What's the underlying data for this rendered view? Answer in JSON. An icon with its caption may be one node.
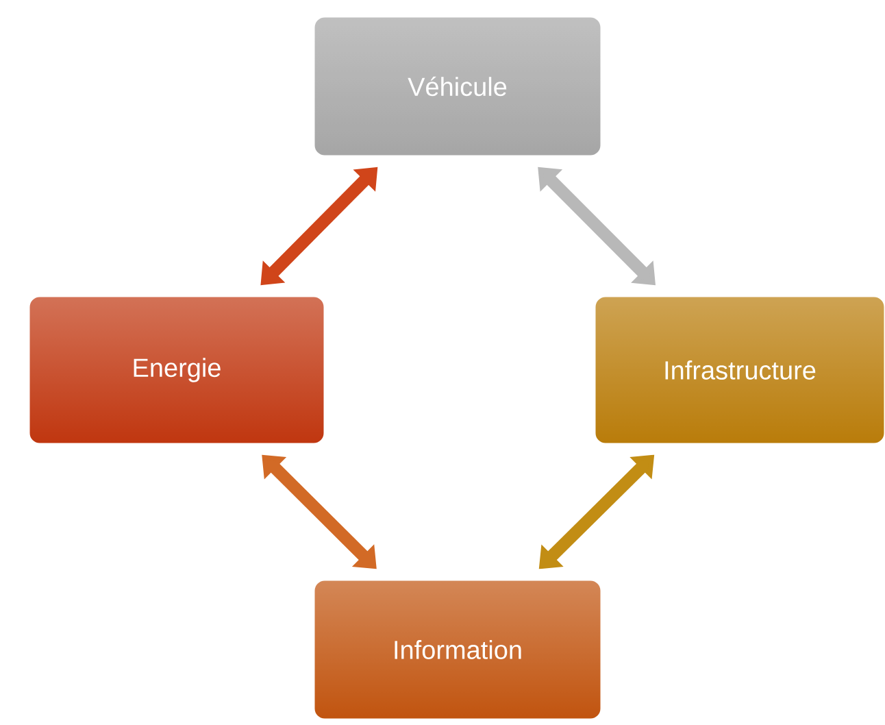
{
  "diagram": {
    "nodes": [
      {
        "text": [
          "Véhicule"
        ]
      },
      {
        "text": [
          "Energie"
        ]
      },
      {
        "text": [
          "Infrastructure"
        ]
      },
      {
        "text": [
          "Information"
        ]
      }
    ],
    "edges": [
      {
        "from": 0,
        "to": 1,
        "arrow": "both",
        "color": "#d0451a"
      },
      {
        "from": 0,
        "to": 2,
        "arrow": "both",
        "color": "#b8b8b8"
      },
      {
        "from": 1,
        "to": 3,
        "arrow": "both",
        "color": "#d26a26"
      },
      {
        "from": 2,
        "to": 3,
        "arrow": "both",
        "color": "#c28d14"
      }
    ]
  }
}
